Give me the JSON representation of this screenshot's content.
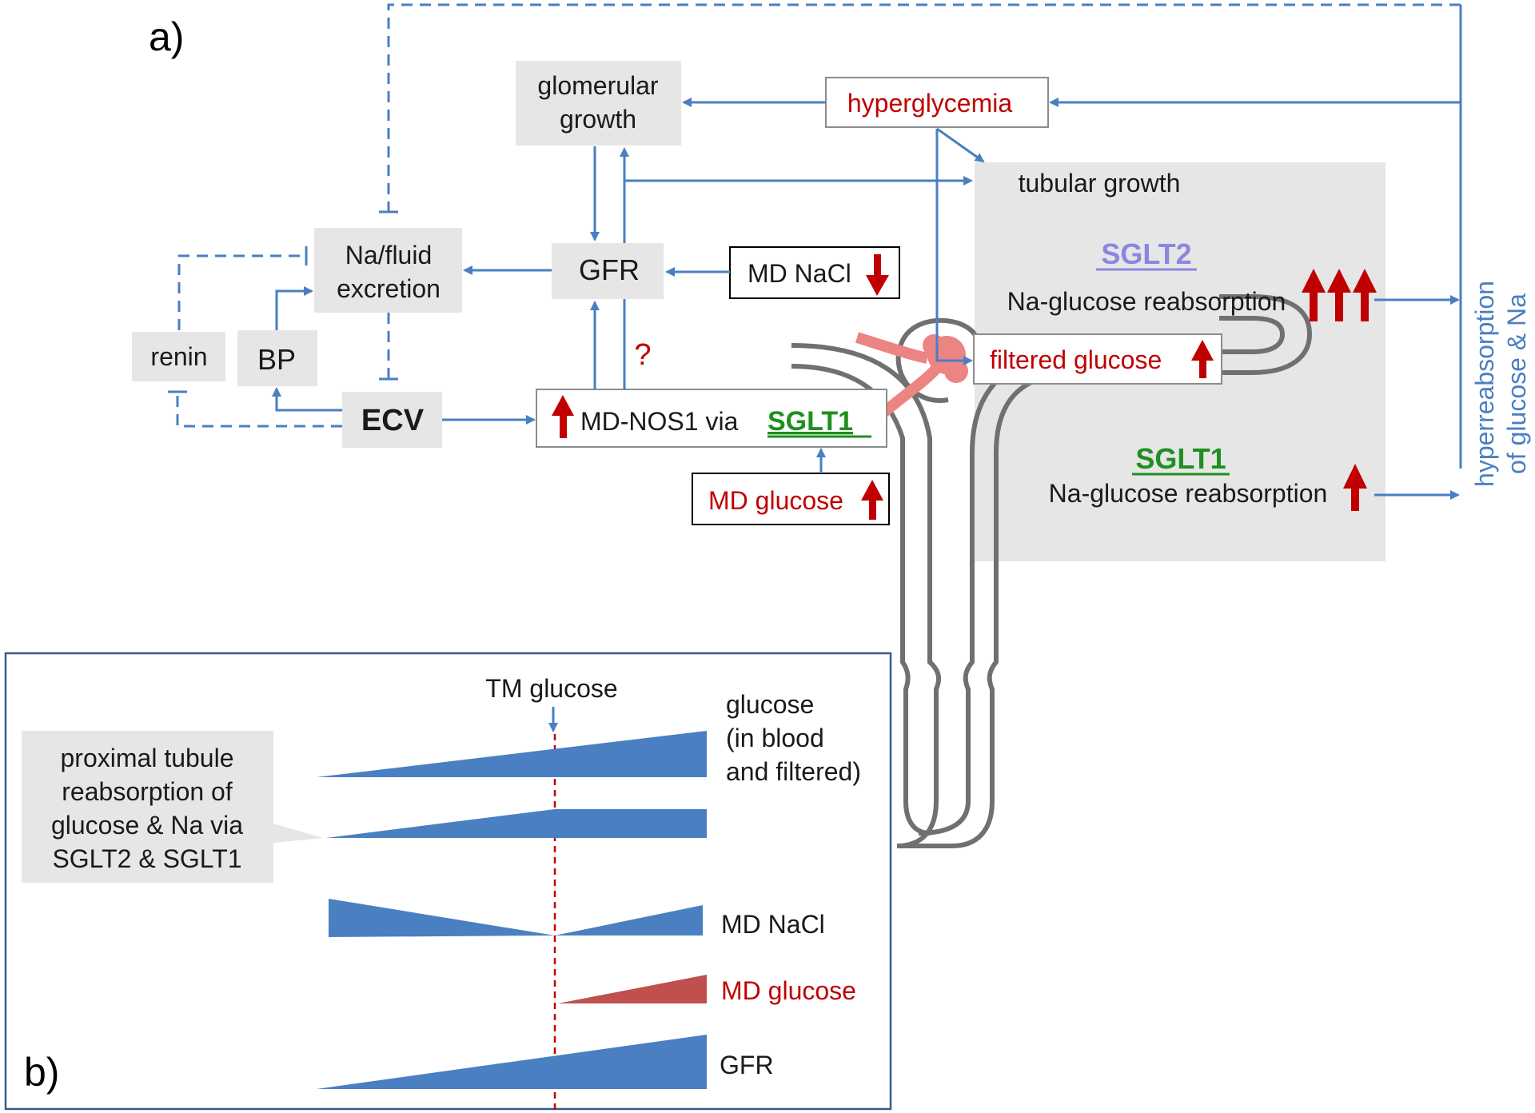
{
  "panel_a": {
    "label": "a)",
    "hyperglycemia": "hyperglycemia",
    "glomerular_growth": [
      "glomerular",
      "growth"
    ],
    "tubular_growth": "tubular growth",
    "gfr": "GFR",
    "md_nacl": "MD NaCl",
    "na_fluid_excretion": [
      "Na/fluid",
      "excretion"
    ],
    "renin": "renin",
    "bp": "BP",
    "ecv": "ECV",
    "md_nos1_prefix": "MD-NOS1 via",
    "md_nos1_sglt1": "SGLT1",
    "question_mark": "?",
    "md_glucose": "MD glucose",
    "sglt2": "SGLT2",
    "sglt2_reabsorption": "Na-glucose reabsorption",
    "filtered_glucose": "filtered glucose",
    "sglt1": "SGLT1",
    "sglt1_reabsorption": "Na-glucose reabsorption",
    "hyperreabsorption": [
      "hyperreabsorption",
      "of glucose & Na"
    ]
  },
  "panel_b": {
    "label": "b)",
    "tm_glucose": "TM glucose",
    "glucose": [
      "glucose",
      "(in blood",
      "and filtered)"
    ],
    "callout": [
      "proximal tubule",
      "reabsorption of",
      "glucose & Na via",
      "SGLT2 & SGLT1"
    ],
    "md_nacl": "MD NaCl",
    "md_glucose": "MD glucose",
    "gfr": "GFR"
  },
  "colors": {
    "arrow_blue": "#4a7fc1",
    "increase_red": "#c00000",
    "sglt1_green": "#1f8f1f",
    "sglt2_purple": "#8b86e0",
    "box_gray": "#e6e6e6",
    "md_glucose_wedge": "#c0504d"
  }
}
